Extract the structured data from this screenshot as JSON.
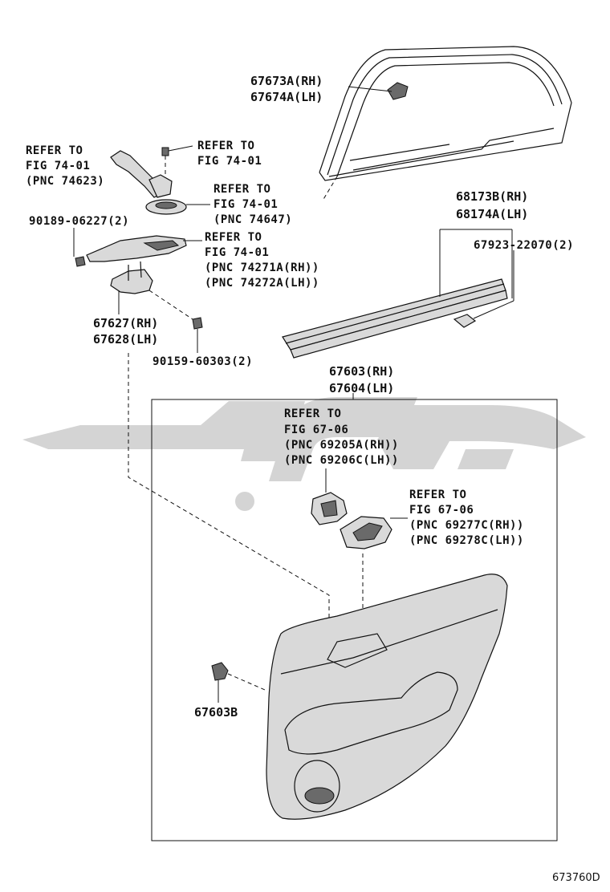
{
  "watermark": {
    "color": "#d4d4d4"
  },
  "colors": {
    "ink": "#111111",
    "part_fill": "#d9d9d9",
    "shadow": "#6a6a6a"
  },
  "labels": {
    "weatherstrip": [
      "67673A(RH)",
      "67674A(LH)"
    ],
    "refer_armrest_base": [
      "REFER TO",
      "FIG 74-01",
      "(PNC 74623)"
    ],
    "refer_screw": [
      "REFER TO",
      "FIG 74-01"
    ],
    "refer_switch_bezel": [
      "REFER TO",
      "FIG 74-01",
      "(PNC 74647)"
    ],
    "screw_upper": "90189-06227(2)",
    "refer_switch_base": [
      "REFER TO",
      "FIG 74-01",
      "(PNC 74271A(RH))",
      "(PNC 74272A(LH))"
    ],
    "bracket": [
      "67627(RH)",
      "67628(LH)"
    ],
    "screw_lower": "90159-60303(2)",
    "belt_moulding": [
      "68173B(RH)",
      "68174A(LH)"
    ],
    "clip": "67923-22070(2)",
    "trim_board": [
      "67603(RH)",
      "67604(LH)"
    ],
    "refer_handle": [
      "REFER TO",
      "FIG 67-06",
      "(PNC 69205A(RH))",
      "(PNC 69206C(LH))"
    ],
    "refer_bezel": [
      "REFER TO",
      "FIG 67-06",
      "(PNC 69277C(RH))",
      "(PNC 69278C(LH))"
    ],
    "fastener": "67603B",
    "figure_code": "673760D"
  }
}
